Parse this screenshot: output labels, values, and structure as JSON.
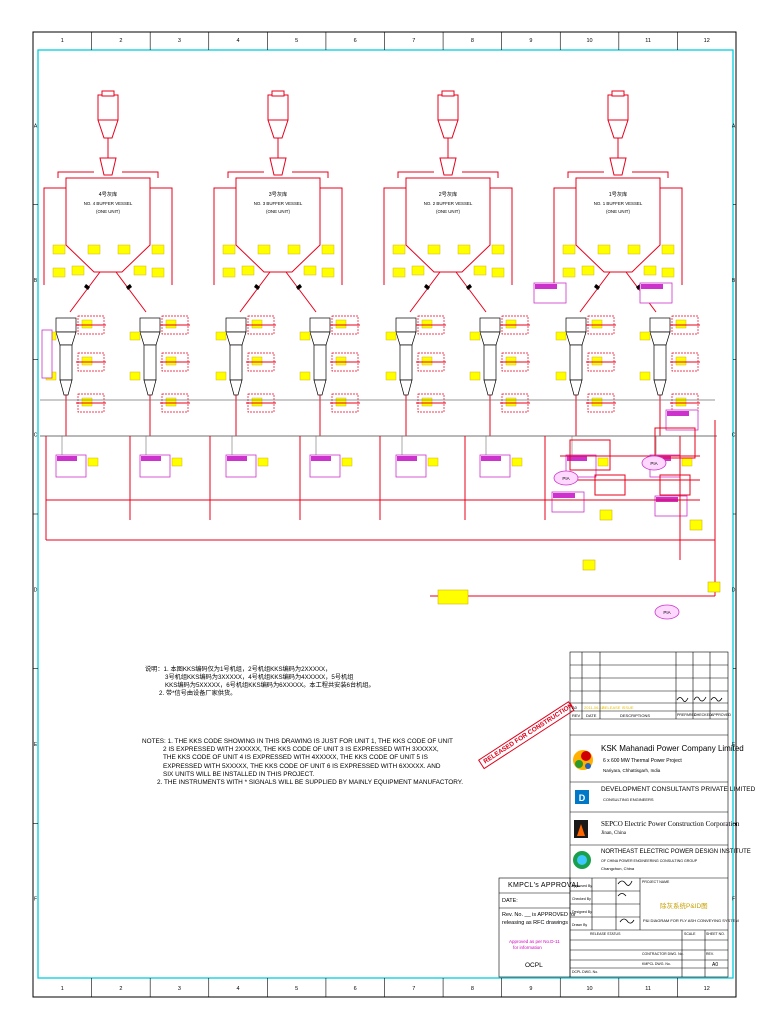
{
  "grid": {
    "columns": [
      "1",
      "2",
      "3",
      "4",
      "5",
      "6",
      "7",
      "8",
      "9",
      "10",
      "11",
      "12"
    ],
    "rows": [
      "A",
      "B",
      "C",
      "D",
      "E",
      "F"
    ]
  },
  "units": [
    {
      "code": "4号灰库",
      "vessel": "NO. 4 BUFFER VESSEL",
      "qty": "(ONE UNIT)"
    },
    {
      "code": "3号灰库",
      "vessel": "NO. 3 BUFFER VESSEL",
      "qty": "(ONE UNIT)"
    },
    {
      "code": "2号灰库",
      "vessel": "NO. 2 BUFFER VESSEL",
      "qty": "(ONE UNIT)"
    },
    {
      "code": "1号灰库",
      "vessel": "NO. 1 BUFFER VESSEL",
      "qty": "(ONE UNIT)"
    }
  ],
  "tags": {
    "pia": "PIA"
  },
  "notes_cn": {
    "lines": [
      "说明：1. 本图KKS编码仅为1号机组，2号机组KKS编码为2XXXXX，",
      "3号机组KKS编码为3XXXXX，4号机组KKS编码为4XXXXX，5号机组",
      "KKS编码为5XXXXX，6号机组KKS编码为6XXXXX。本工程共安装6台机组。",
      "2. 带*信号由设备厂家供货。"
    ]
  },
  "notes_en": {
    "lines": [
      "NOTES: 1. THE KKS CODE SHOWING IN THIS DRAWING IS JUST FOR UNIT 1, THE KKS CODE OF UNIT",
      "2 IS EXPRESSED WITH 2XXXXX, THE KKS CODE OF UNIT 3 IS EXPRESSED WITH 3XXXXX,",
      "THE KKS CODE OF UNIT 4 IS EXPRESSED WITH 4XXXXX, THE KKS CODE OF UNIT 5 IS",
      "EXPRESSED WITH 5XXXXX, THE KKS CODE OF UNIT 6 IS EXPRESSED WITH 6XXXXX. AND",
      "SIX UNITS WILL BE INSTALLED IN THIS PROJECT.",
      "2. THE INSTRUMENTS WITH * SIGNALS WILL BE SUPPLIED BY MAINLY EQUIPMENT MANUFACTORY."
    ]
  },
  "stamp": "RELEASED FOR CONSTRUCTION",
  "approval": {
    "title": "KMPCL's APPROVAL",
    "date_label": "DATE:",
    "rev_line1": "Rev. No. __ is APPROVED for",
    "rev_line2": "releasing as RFC drawings",
    "approved_note_1": "Approved as per No.D-11",
    "approved_note_2": "for information",
    "ocpl": "OCPL"
  },
  "title_block": {
    "rev_headers": [
      "REV",
      "DATE",
      "DESCRIPTIONS",
      "PREPARED",
      "CHECKED",
      "APPROVED"
    ],
    "rev_row": [
      "A0",
      "2011-06-12",
      "RELEASE ISSUE"
    ],
    "client": "KSK Mahanadi Power Company Limited",
    "project": "6 x 600 MW Thermal Power Project",
    "location": "Nariyara, Chhattisgarh, India",
    "consultant": "DEVELOPMENT CONSULTANTS PRIVATE LIMITED",
    "consultant_sub": "CONSULTING ENGINEERS",
    "epc": "SEPCO Electric Power Construction Corporation",
    "epc_city": "Jinan, China",
    "designer": "NORTHEAST ELECTRIC POWER DESIGN INSTITUTE",
    "designer_sub": "OF CHINA POWER ENGINEERING CONSULTING GROUP",
    "designer_city": "Changchun, China",
    "project_name_label": "PROJECT NAME",
    "drawing_title_cn": "除灰系统P&ID图",
    "drawing_title_en": "P&I DIAGRAM FOR FLY ASH CONVEYING SYSTEM",
    "roles": [
      "Approved By",
      "Checked By",
      "Designed By",
      "Drawn By"
    ],
    "scale_label": "SCALE",
    "release_label": "RELEASE STATUS",
    "contractor_label": "CONTRACTOR DWG. No.",
    "kmpcl_label": "KMPCL DWG. No.",
    "dcpl_label": "DCPL DWG. No.",
    "sheet_label": "SHEET NO.",
    "rev_label": "REV.",
    "rev_value": "A0"
  },
  "colors": {
    "frame": "#00d0e0",
    "pipe": "#e8001c",
    "tag_fill": "#ffff00",
    "kks_box": "#cc33cc",
    "line_gray": "#707070"
  }
}
